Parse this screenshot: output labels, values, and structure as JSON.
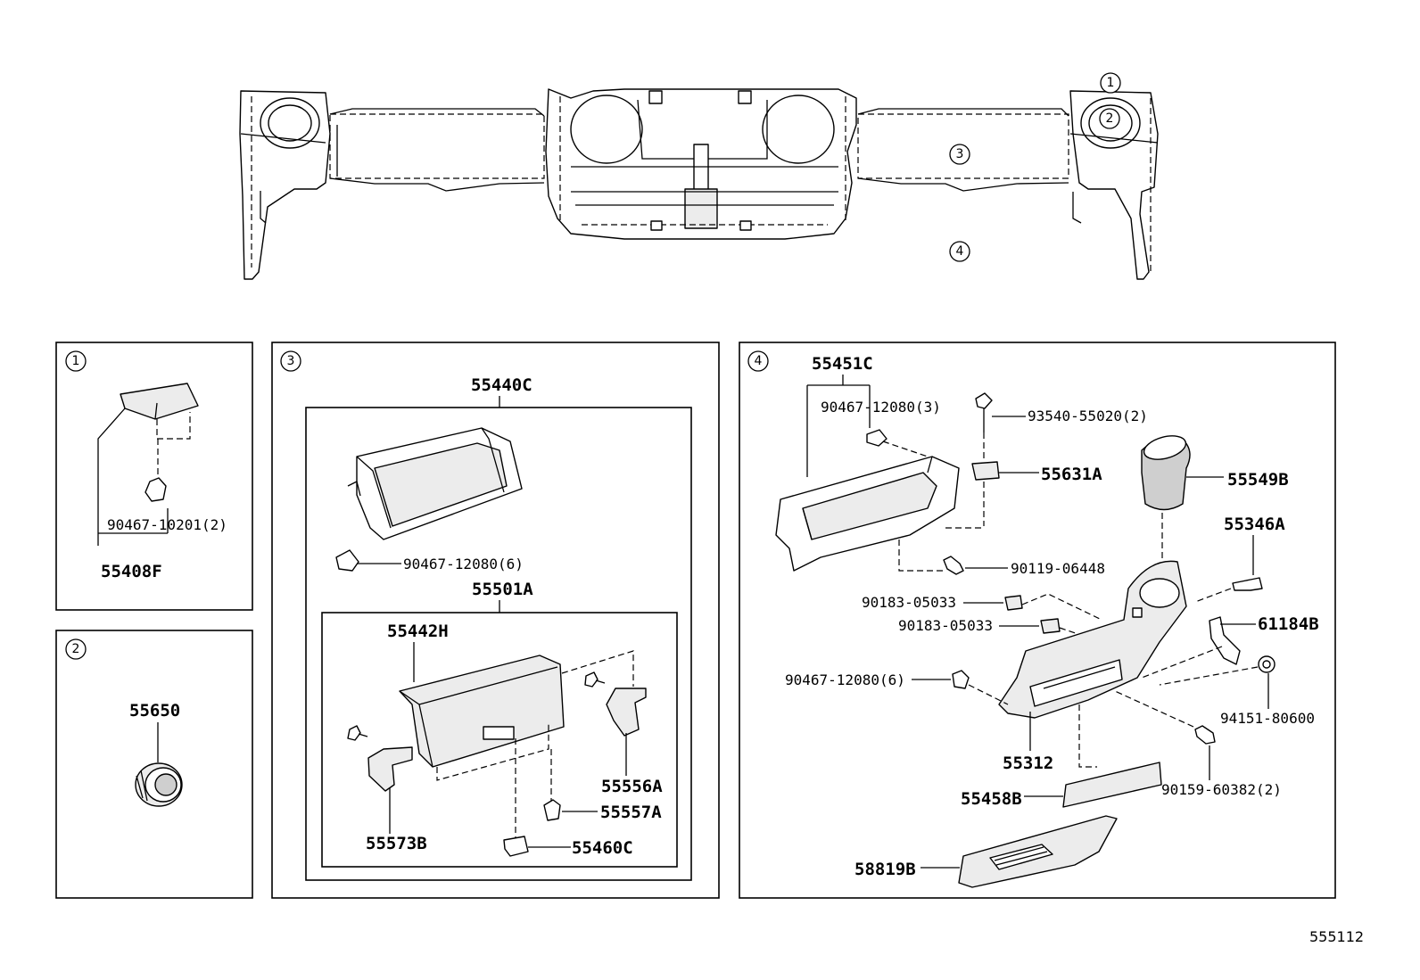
{
  "diagram": {
    "reference_number": "555112",
    "callouts": {
      "c1": "1",
      "c2": "2",
      "c3": "3",
      "c4": "4"
    },
    "box1": {
      "marker": "1",
      "parts": {
        "fastener": "90467-10201(2)",
        "assembly": "55408F"
      }
    },
    "box2": {
      "marker": "2",
      "parts": {
        "vent": "55650"
      }
    },
    "box3": {
      "marker": "3",
      "parts": {
        "door_assy": "55440C",
        "clip": "90467-12080(6)",
        "sub_assy": "55501A",
        "door": "55442H",
        "hinge_left": "55573B",
        "hinge_right": "55556A",
        "stopper": "55557A",
        "latch": "55460C"
      }
    },
    "box4": {
      "marker": "4",
      "parts": {
        "housing": "55451C",
        "clip_3": "90467-12080(3)",
        "screw": "93540-55020(2)",
        "bracket": "55631A",
        "cup_holder": "55549B",
        "bolt": "90119-06448",
        "pin": "55346A",
        "nut_a": "90183-05033",
        "nut_b": "90183-05033",
        "clamp": "61184B",
        "clip_6": "90467-12080(6)",
        "grommet": "94151-80600",
        "panel": "55312",
        "screw_2": "90159-60382(2)",
        "cover": "55458B",
        "lower_panel": "58819B"
      }
    }
  }
}
